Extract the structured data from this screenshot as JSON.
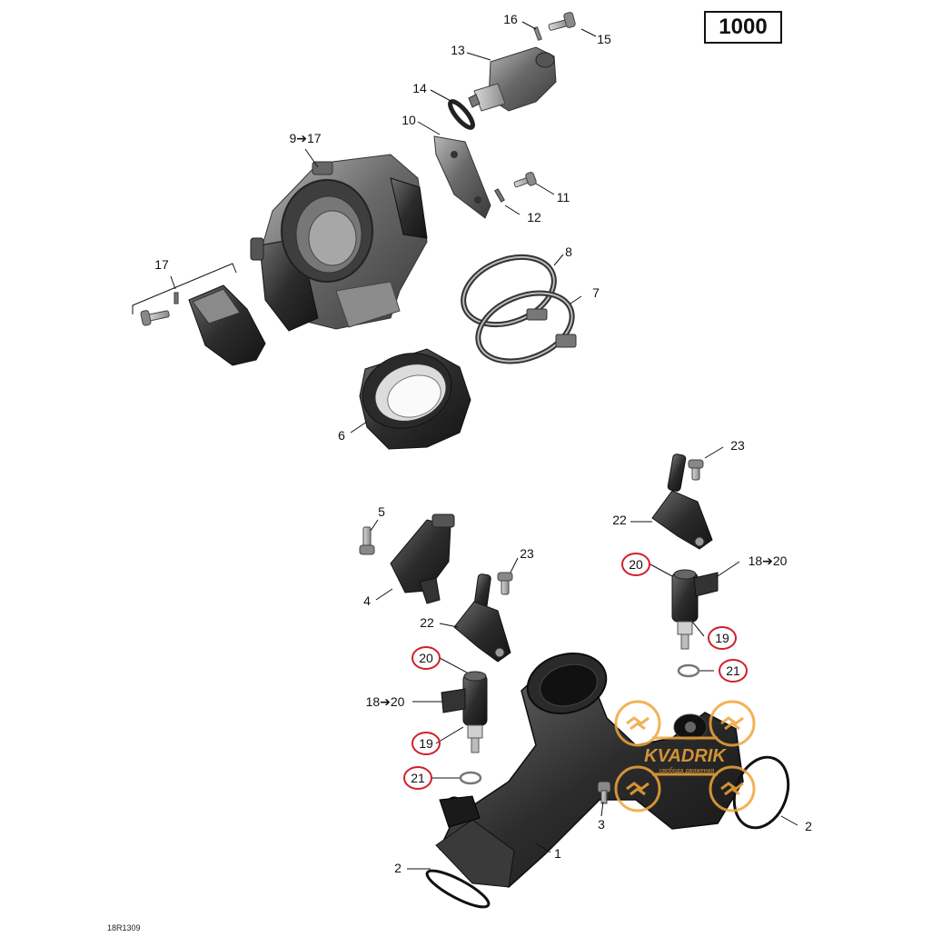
{
  "diagram": {
    "model_label": "1000",
    "reference_code": "18R1309",
    "callouts": [
      {
        "id": "c16",
        "text": "16",
        "highlight": false
      },
      {
        "id": "c15",
        "text": "15",
        "highlight": false
      },
      {
        "id": "c13",
        "text": "13",
        "highlight": false
      },
      {
        "id": "c14",
        "text": "14",
        "highlight": false
      },
      {
        "id": "c10",
        "text": "10",
        "highlight": false
      },
      {
        "id": "c9",
        "text": "9➔17",
        "highlight": false
      },
      {
        "id": "c11",
        "text": "11",
        "highlight": false
      },
      {
        "id": "c12",
        "text": "12",
        "highlight": false
      },
      {
        "id": "c17",
        "text": "17",
        "highlight": false
      },
      {
        "id": "c8",
        "text": "8",
        "highlight": false
      },
      {
        "id": "c7",
        "text": "7",
        "highlight": false
      },
      {
        "id": "c6",
        "text": "6",
        "highlight": false
      },
      {
        "id": "c23a",
        "text": "23",
        "highlight": false
      },
      {
        "id": "c22a",
        "text": "22",
        "highlight": false
      },
      {
        "id": "c5",
        "text": "5",
        "highlight": false
      },
      {
        "id": "c23b",
        "text": "23",
        "highlight": false
      },
      {
        "id": "c20a",
        "text": "20",
        "highlight": true
      },
      {
        "id": "c18a",
        "text": "18➔20",
        "highlight": false
      },
      {
        "id": "c4",
        "text": "4",
        "highlight": false
      },
      {
        "id": "c22b",
        "text": "22",
        "highlight": false
      },
      {
        "id": "c19a",
        "text": "19",
        "highlight": true
      },
      {
        "id": "c21a",
        "text": "21",
        "highlight": true
      },
      {
        "id": "c20b",
        "text": "20",
        "highlight": true
      },
      {
        "id": "c18b",
        "text": "18➔20",
        "highlight": false
      },
      {
        "id": "c19b",
        "text": "19",
        "highlight": true
      },
      {
        "id": "c21b",
        "text": "21",
        "highlight": true
      },
      {
        "id": "c3",
        "text": "3",
        "highlight": false
      },
      {
        "id": "c2a",
        "text": "2",
        "highlight": false
      },
      {
        "id": "c1",
        "text": "1",
        "highlight": false
      },
      {
        "id": "c2b",
        "text": "2",
        "highlight": false
      }
    ]
  },
  "watermark": {
    "brand": "KVADRIK",
    "tagline": "свобода движения",
    "color": "#f0a53a"
  },
  "colors": {
    "highlight_circle": "#d0202a",
    "part_dark": "#2a2a2a",
    "part_mid": "#5b5b5b",
    "part_light": "#9a9a9a"
  }
}
